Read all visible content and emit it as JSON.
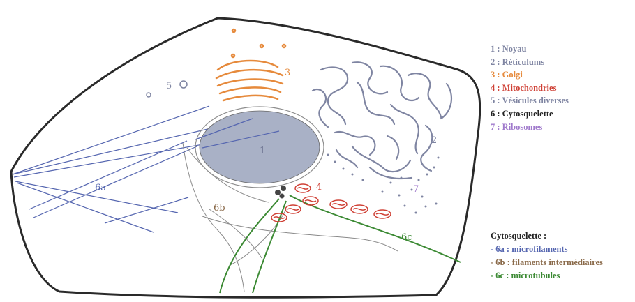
{
  "colors": {
    "outline": "#2a2a2a",
    "blue": "#5566b0",
    "nucleus_fill": "#a9b1c6",
    "gray_text": "#7f85a2",
    "orange": "#e68a3c",
    "red": "#cf4035",
    "brown": "#8a6a4a",
    "green": "#3c8a34",
    "purple": "#a07acc",
    "black": "#222222"
  },
  "diagram_labels": {
    "nucleus": "1",
    "reticulum": "2",
    "golgi": "3",
    "mitochondria": "4",
    "vesicles": "5",
    "ribosomes": "7",
    "microfilaments": "6a",
    "intermediate": "6b",
    "microtubules": "6c"
  },
  "legend": [
    {
      "text": "1 : Noyau",
      "color": "#7f85a2"
    },
    {
      "text": "2 : Réticulums",
      "color": "#7f85a2"
    },
    {
      "text": "3 : Golgi",
      "color": "#e68a3c"
    },
    {
      "text": "4 : Mitochondries",
      "color": "#cf4035"
    },
    {
      "text": "5 : Vésicules diverses",
      "color": "#7f85a2"
    },
    {
      "text": "6 : Cytosquelette",
      "color": "#222222"
    },
    {
      "text": "7 : Ribosomes",
      "color": "#a07acc"
    }
  ],
  "cytoskeleton": {
    "title": "Cytosquelette :",
    "items": [
      {
        "text": "- 6a : microfilaments",
        "color": "#5566b0"
      },
      {
        "text": "- 6b : filaments intermédiaires",
        "color": "#8a6a4a"
      },
      {
        "text": "- 6c : microtubules",
        "color": "#3c8a34"
      }
    ]
  }
}
